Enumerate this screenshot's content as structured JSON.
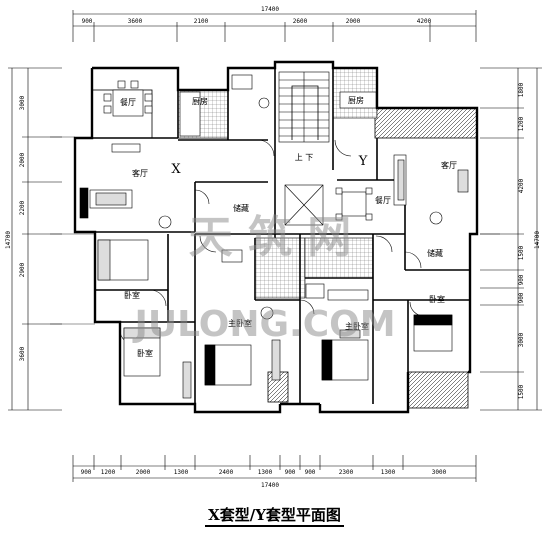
{
  "dimensions": {
    "top_total": "17400",
    "top_segments": [
      "900",
      "3600",
      "2100",
      "2600",
      "2000",
      "4200"
    ],
    "bottom_total": "17400",
    "bottom_segments": [
      "900",
      "1200",
      "2000",
      "1300",
      "2400",
      "1300",
      "900",
      "900",
      "2300",
      "1300",
      "3000"
    ],
    "left_total": "14700",
    "left_segments": [
      "3000",
      "2000",
      "2200",
      "2900",
      "3600"
    ],
    "right_total": "14700",
    "right_segments": [
      "1800",
      "1200",
      "4200",
      "1500",
      "900",
      "900",
      "3000",
      "1500"
    ]
  },
  "rooms": {
    "dining_x": "餐厅",
    "kitchen_x": "厨房",
    "living_x": "客厅",
    "storage_x": "储藏",
    "bedroom_x1": "卧室",
    "bedroom_x2": "卧室",
    "master_x": "主卧室",
    "kitchen_y": "厨房",
    "living_y": "客厅",
    "dining_y": "餐厅",
    "storage_y": "储藏",
    "bedroom_y": "卧室",
    "master_y": "主卧室"
  },
  "labels": {
    "unit_x": "X",
    "unit_y": "Y",
    "stair": "上 下"
  },
  "watermark": {
    "line1": "天  筑  网",
    "line2": "JULONG.COM"
  },
  "caption": "X套型/Y套型平面图"
}
